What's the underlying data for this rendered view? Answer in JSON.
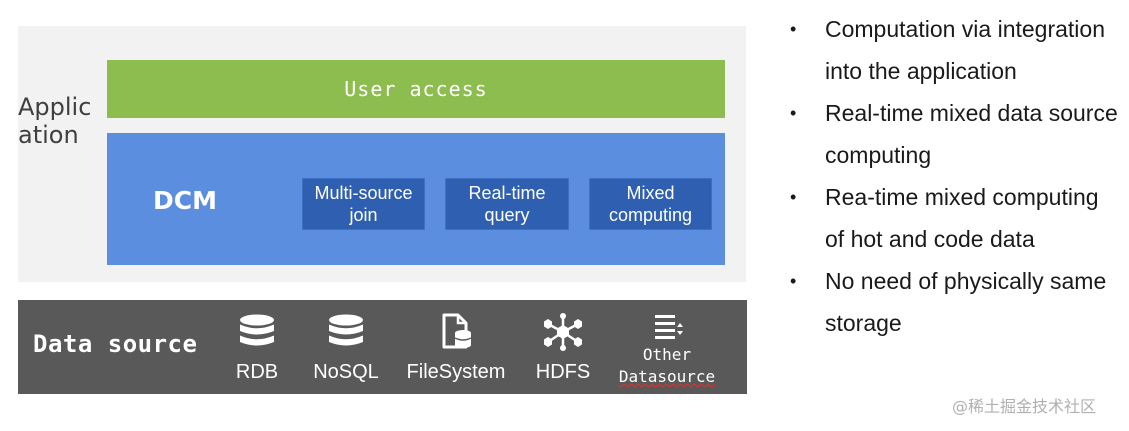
{
  "application": {
    "label": "Application",
    "user_access": "User access",
    "dcm": "DCM",
    "features": [
      "Multi-source join",
      "Real-time query",
      "Mixed computing"
    ]
  },
  "data_source": {
    "label": "Data source",
    "items": [
      {
        "label": "RDB",
        "icon": "database-icon"
      },
      {
        "label": "NoSQL",
        "icon": "database-icon"
      },
      {
        "label": "FileSystem",
        "icon": "file-database-icon"
      },
      {
        "label": "HDFS",
        "icon": "network-nodes-icon"
      },
      {
        "label_line1": "Other",
        "label_line2": "Datasource",
        "icon": "list-sort-icon"
      }
    ]
  },
  "bullets": [
    "Computation via integration into the application",
    "Real-time mixed data source computing",
    "Rea-time mixed computing of hot and code data",
    "No need of physically same storage"
  ],
  "watermark": "@稀土掘金技术社区",
  "colors": {
    "user_access": "#8cbd4e",
    "dcm": "#5b8ede",
    "feature": "#2f5fb0",
    "data_source_bar": "#595959",
    "application_panel": "#f2f2f2"
  }
}
